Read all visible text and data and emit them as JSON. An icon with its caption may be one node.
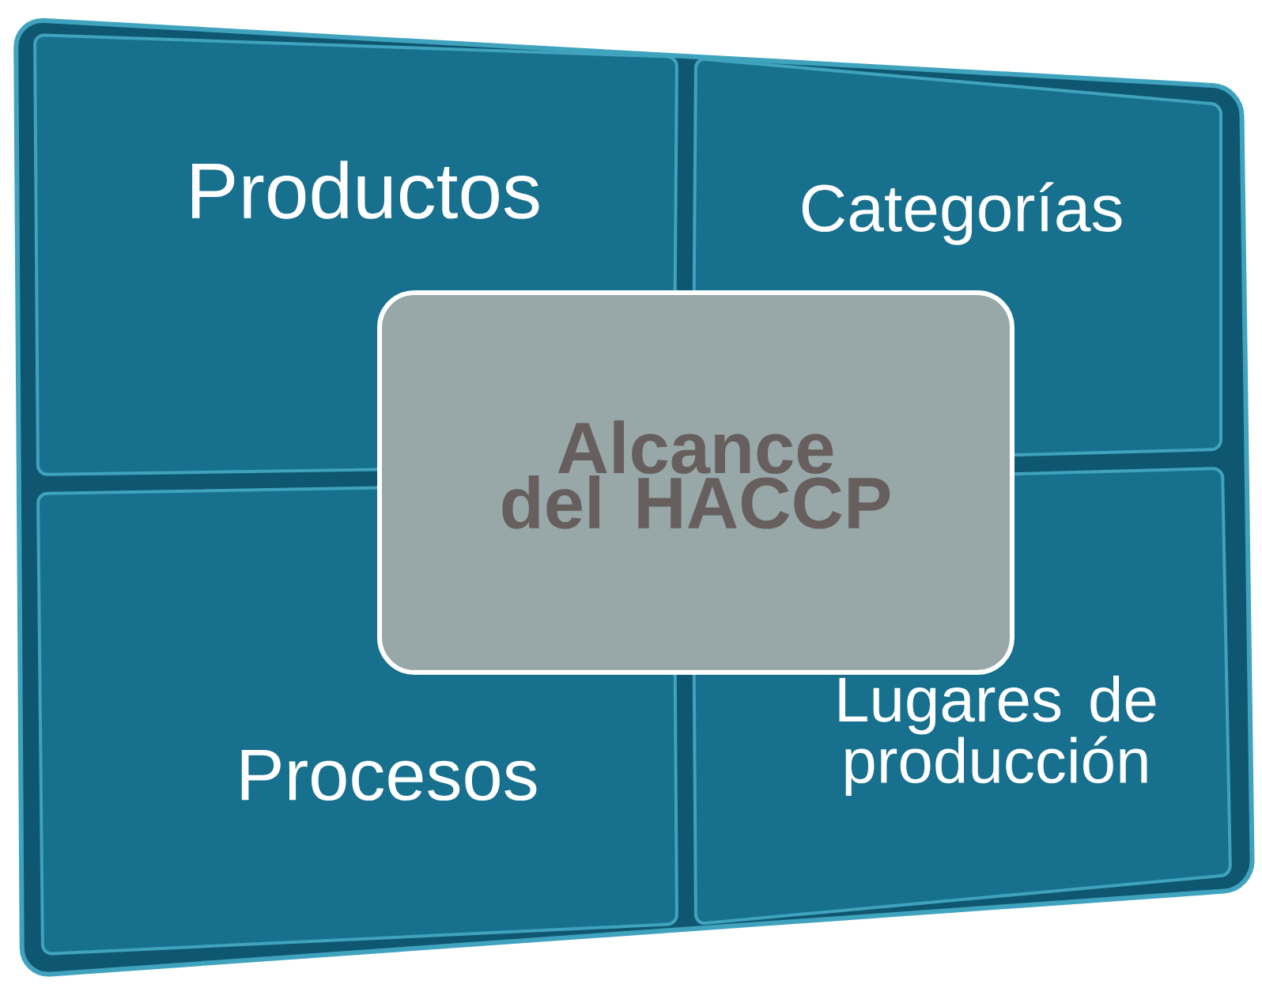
{
  "diagram": {
    "nodes": [
      {
        "text": [
          "Productos"
        ]
      },
      {
        "text": [
          "Categorías"
        ]
      },
      {
        "text": [
          "Alcance del HACCP"
        ]
      },
      {
        "text": [
          "Procesos"
        ]
      },
      {
        "text": [
          "Lugares de producción"
        ]
      }
    ]
  }
}
